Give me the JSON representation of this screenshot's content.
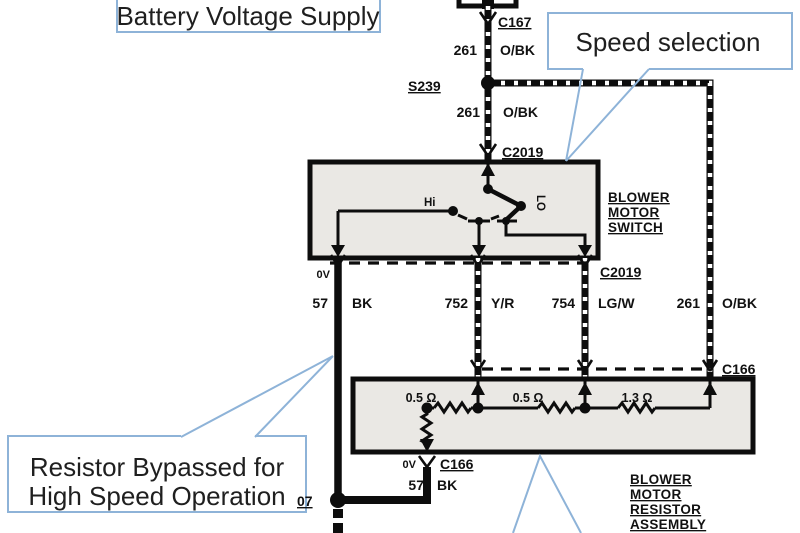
{
  "callouts": {
    "battery": "Battery Voltage Supply",
    "speed": "Speed selection",
    "bypass_line1": "Resistor Bypassed for",
    "bypass_line2": "High Speed Operation"
  },
  "components": {
    "switch": [
      "BLOWER",
      "MOTOR",
      "SWITCH"
    ],
    "resistor": [
      "BLOWER",
      "MOTOR",
      "RESISTOR",
      "ASSEMBLY"
    ]
  },
  "connectors": {
    "c167": "C167",
    "s239": "S239",
    "c2019_top": "C2019",
    "c2019_bottom": "C2019",
    "c166_right": "C166",
    "c166_bottom": "C166",
    "splice_bottom": "07"
  },
  "switch_contacts": {
    "hi": "Hi",
    "lo": "LO"
  },
  "voltages": {
    "top": "0V",
    "bottom": "0V"
  },
  "wires": {
    "w261_top": {
      "num": "261",
      "color": "O/BK"
    },
    "w261_mid": {
      "num": "261",
      "color": "O/BK"
    },
    "w261_right": {
      "num": "261",
      "color": "O/BK"
    },
    "w57": {
      "num": "57",
      "color": "BK"
    },
    "w752": {
      "num": "752",
      "color": "Y/R"
    },
    "w754": {
      "num": "754",
      "color": "LG/W"
    },
    "w57_bottom": {
      "num": "57",
      "color": "BK"
    }
  },
  "resistors": {
    "r1": "0.5 Ω",
    "r2": "0.5 Ω",
    "r3": "1.3 Ω"
  },
  "colors": {
    "callout_accent": "#8eb3d8",
    "ink": "#0d0d0d",
    "box_fill": "#eae8e4"
  }
}
